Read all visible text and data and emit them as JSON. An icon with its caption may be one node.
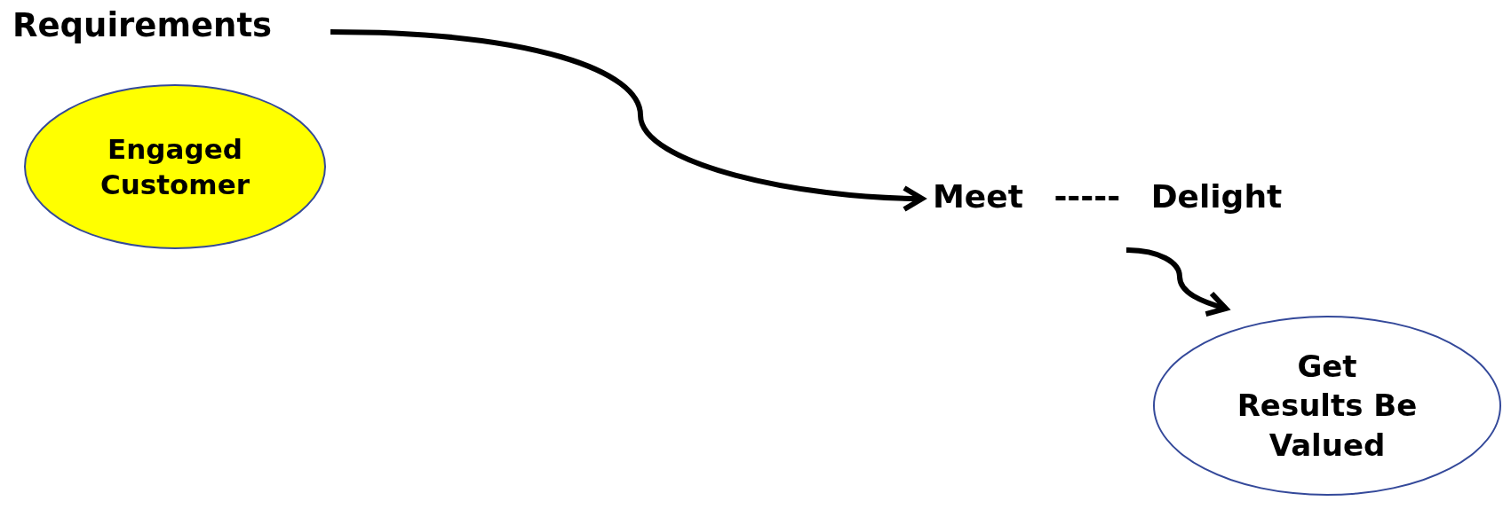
{
  "diagram": {
    "nodes": [
      {
        "text": [
          "Requirements"
        ]
      },
      {
        "text": [
          "Engaged Customer"
        ]
      },
      {
        "text": [
          "Meet ----- Delight"
        ]
      },
      {
        "text": [
          "Get Results Be Valued"
        ]
      }
    ],
    "edges": [
      {
        "from": 0,
        "to": 2,
        "arrow": "to"
      },
      {
        "from": 2,
        "to": 3,
        "arrow": "to"
      }
    ]
  }
}
